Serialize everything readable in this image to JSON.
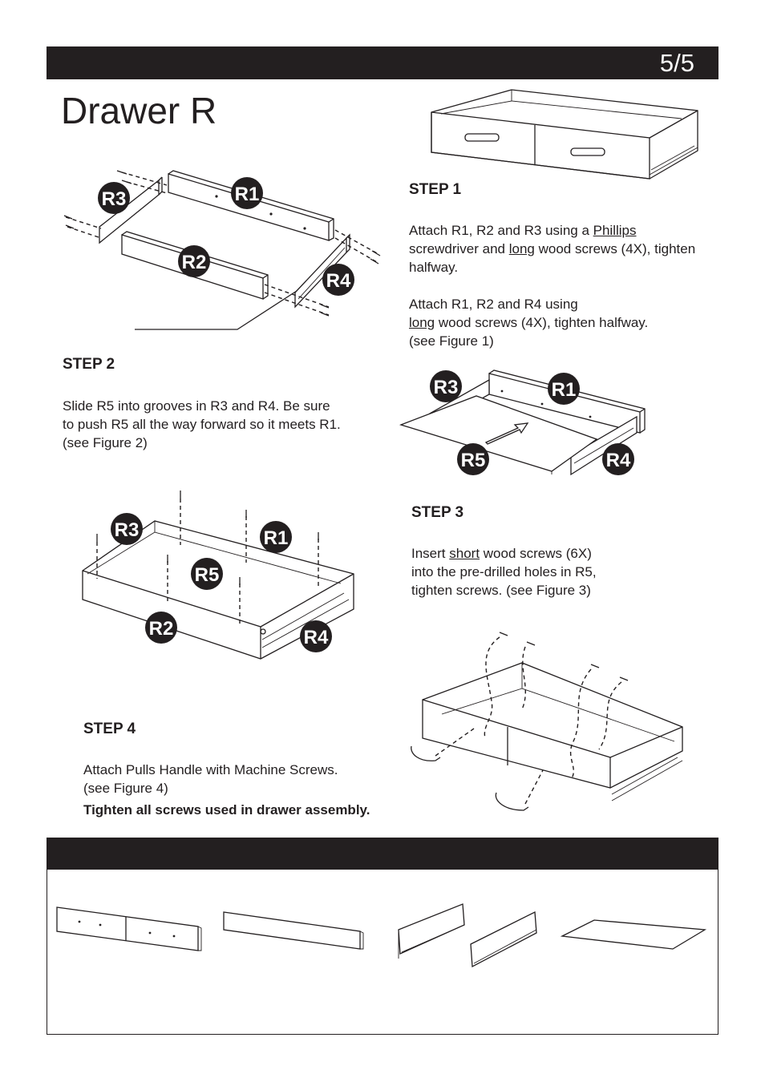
{
  "header": {
    "page": "5/5"
  },
  "title": "Drawer R",
  "labels": {
    "r1": "R1",
    "r2": "R2",
    "r3": "R3",
    "r4": "R4",
    "r5": "R5"
  },
  "step1": {
    "heading": "STEP 1",
    "p1_a": "Attach R1, R2 and R3 using a ",
    "p1_u1": "Phillips",
    "p1_b": " screwdriver and ",
    "p1_u2": "long",
    "p1_c": " wood screws (4X), tighten halfway.",
    "p2_a": "Attach R1, R2 and R4 using",
    "p2_u": "long",
    "p2_b": " wood screws (4X), tighten halfway.",
    "p2_c": "(see Figure 1)"
  },
  "step2": {
    "heading": "STEP 2",
    "line1": "Slide R5 into grooves in R3 and R4. Be sure",
    "line2": "to push R5 all the way forward so it meets R1.",
    "line3": "(see Figure 2)"
  },
  "step3": {
    "heading": "STEP 3",
    "a": "Insert ",
    "u": "short",
    "b": " wood screws (6X)",
    "line2": "into the pre-drilled holes in R5,",
    "line3": "tighten screws. (see Figure 3)"
  },
  "step4": {
    "heading": "STEP 4",
    "line1": "Attach Pulls Handle with Machine Screws.",
    "line2": "(see Figure 4)",
    "bold": "Tighten all screws used in drawer assembly."
  }
}
